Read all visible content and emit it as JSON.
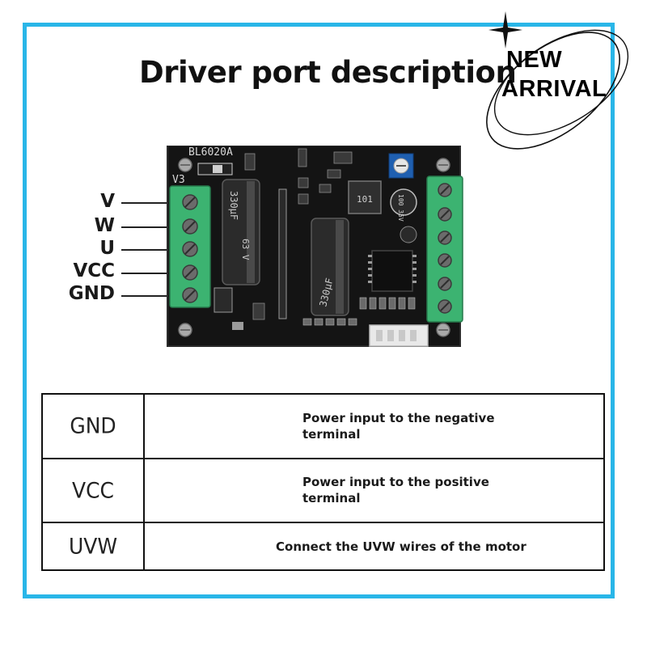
{
  "title": "Driver port description",
  "badge": {
    "line1": "NEW",
    "line2": "ARRIVAL"
  },
  "board": {
    "model": "BL6020A",
    "version": "V3",
    "cap_label_left": "330μF",
    "cap_label_center": "330μF",
    "cap_voltage": "63 V",
    "inductor_label": "101",
    "small_cap_label": "100 35V"
  },
  "pin_labels": [
    "V",
    "W",
    "U",
    "VCC",
    "GND"
  ],
  "port_table": {
    "rows": [
      {
        "pin": "GND",
        "description": "Power input to the negative terminal"
      },
      {
        "pin": "VCC",
        "description": "Power input to the positive terminal"
      },
      {
        "pin": "UVW",
        "description": "Connect the UVW wires of the motor"
      }
    ]
  },
  "colors": {
    "frame": "#29b6e8",
    "pcb": "#141414",
    "terminal": "#3cb371"
  }
}
